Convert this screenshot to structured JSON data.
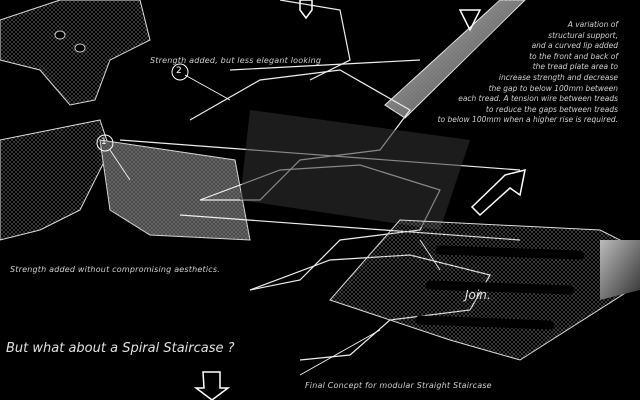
{
  "annotations": {
    "variation_note": [
      "A variation of",
      "structural support,",
      "and a curved lip added",
      "to the front and back of",
      "the tread plate area to",
      "increase strength and decrease",
      "the gap to below 100mm between",
      "each tread. A tension wire between treads",
      "to reduce the gaps between treads",
      "to below 100mm when a higher rise is required."
    ],
    "strength_less_elegant": "Strength added, but less elegant looking",
    "strength_no_compromise": "Strength added without compromising aesthetics.",
    "spiral_question": "But what about a Spiral Staircase ?",
    "join_label": "Join.",
    "final_concept": "Final Concept for modular Straight Staircase",
    "marker_1": "1",
    "marker_2": "2"
  },
  "colors": {
    "background": "#000000",
    "linework": "#e8e8e8",
    "mesh": "#9a9a9a"
  }
}
